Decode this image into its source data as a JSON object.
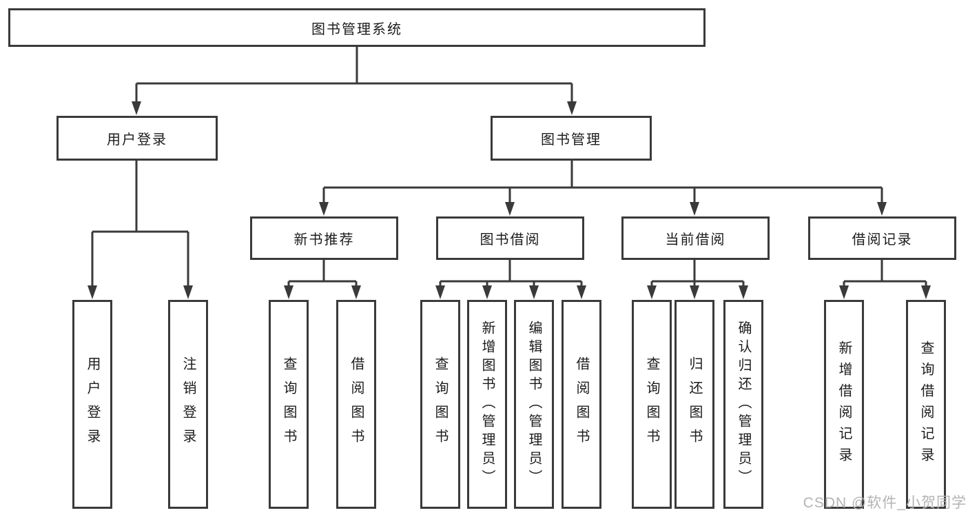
{
  "diagram": {
    "root": {
      "label": "图书管理系统"
    },
    "level2": [
      {
        "label": "用户登录"
      },
      {
        "label": "图书管理"
      }
    ],
    "level3": [
      {
        "label": "新书推荐"
      },
      {
        "label": "图书借阅"
      },
      {
        "label": "当前借阅"
      },
      {
        "label": "借阅记录"
      }
    ],
    "leaves": [
      {
        "label": "用户登录"
      },
      {
        "label": "注销登录"
      },
      {
        "label": "查询图书"
      },
      {
        "label": "借阅图书"
      },
      {
        "label": "查询图书"
      },
      {
        "label": "新增图书（管理员）"
      },
      {
        "label": "编辑图书（管理员）"
      },
      {
        "label": "借阅图书"
      },
      {
        "label": "查询图书"
      },
      {
        "label": "归还图书"
      },
      {
        "label": "确认归还（管理员）"
      },
      {
        "label": "新增借阅记录"
      },
      {
        "label": "查询借阅记录"
      }
    ],
    "watermark": "CSDN @软件_小贺同学",
    "colors": {
      "line": "#3a3a3a",
      "text": "#1c1c1c",
      "watermark": "#b3b3b3",
      "background": "#ffffff"
    }
  }
}
